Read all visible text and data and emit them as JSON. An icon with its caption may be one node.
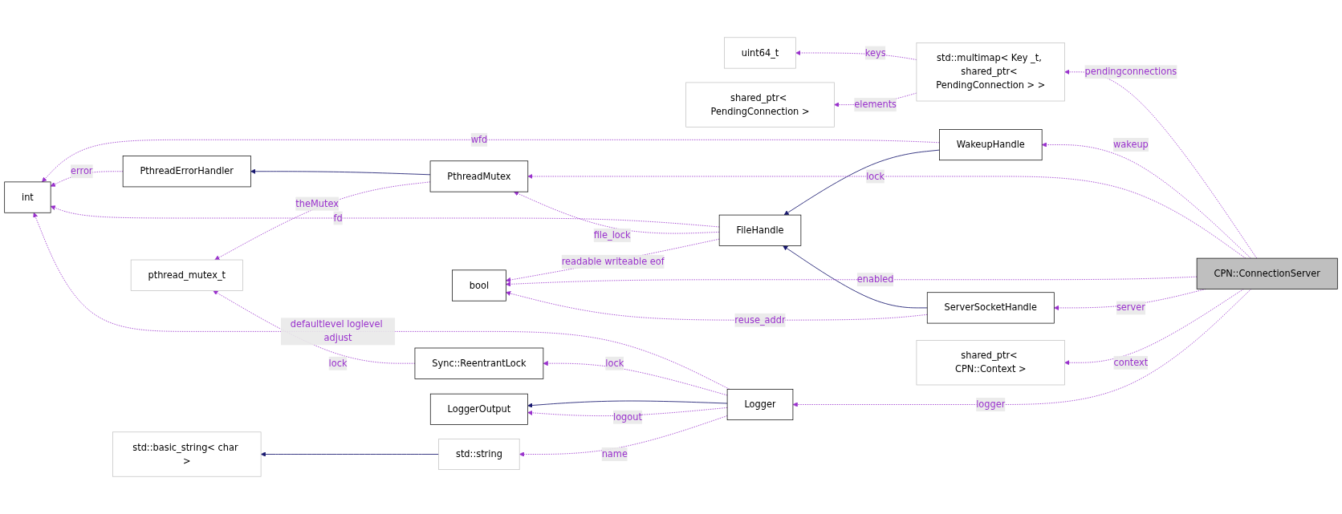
{
  "diagram": {
    "nodes": [
      {
        "text": [
          "uint64_t"
        ]
      },
      {
        "text": [
          "shared_ptr< PendingConnection >"
        ]
      },
      {
        "text": [
          "std::multimap< Key _t, shared_ptr< PendingConnection > >"
        ]
      },
      {
        "text": [
          "int"
        ]
      },
      {
        "text": [
          "FileHandle"
        ]
      },
      {
        "text": [
          "WakeupHandle"
        ]
      },
      {
        "text": [
          "PthreadErrorHandler"
        ]
      },
      {
        "text": [
          "PthreadMutex"
        ]
      },
      {
        "text": [
          "bool"
        ]
      },
      {
        "text": [
          "ServerSocketHandle"
        ]
      },
      {
        "text": [
          "CPN::ConnectionServer"
        ]
      },
      {
        "text": [
          "pthread_mutex_t"
        ]
      },
      {
        "text": [
          "shared_ptr< CPN::Context >"
        ]
      },
      {
        "text": [
          "Sync::ReentrantLock"
        ]
      },
      {
        "text": [
          "LoggerOutput"
        ]
      },
      {
        "text": [
          "Logger"
        ]
      },
      {
        "text": [
          "std::basic_string< char >"
        ]
      },
      {
        "text": [
          "std::string"
        ]
      }
    ],
    "edges": [
      {
        "from": 2,
        "to": 0,
        "arrow": "to",
        "label": "keys",
        "style": "dashed"
      },
      {
        "from": 2,
        "to": 1,
        "arrow": "to",
        "label": "elements",
        "style": "dashed"
      },
      {
        "from": 10,
        "to": 2,
        "arrow": "to",
        "label": "pendingconnections",
        "style": "dashed"
      },
      {
        "from": 5,
        "to": 3,
        "arrow": "to",
        "label": "wfd",
        "style": "dashed"
      },
      {
        "from": 4,
        "to": 3,
        "arrow": "to",
        "label": "fd",
        "style": "dashed"
      },
      {
        "from": 6,
        "to": 3,
        "arrow": "to",
        "label": "error",
        "style": "dashed"
      },
      {
        "from": 15,
        "to": 3,
        "arrow": "to",
        "label": "defaultlevel loglevel adjust",
        "style": "dashed"
      },
      {
        "from": 5,
        "to": 4,
        "arrow": "to",
        "color": "#191970"
      },
      {
        "from": 9,
        "to": 4,
        "arrow": "to",
        "color": "#191970"
      },
      {
        "from": 10,
        "to": 5,
        "arrow": "to",
        "label": "wakeup",
        "style": "dashed"
      },
      {
        "from": 7,
        "to": 6,
        "arrow": "to",
        "color": "#191970"
      },
      {
        "from": 4,
        "to": 7,
        "arrow": "to",
        "label": "file_lock",
        "style": "dashed"
      },
      {
        "from": 10,
        "to": 7,
        "arrow": "to",
        "label": "lock",
        "style": "dashed"
      },
      {
        "from": 4,
        "to": 8,
        "arrow": "to",
        "label": "readable writeable eof",
        "style": "dashed"
      },
      {
        "from": 9,
        "to": 8,
        "arrow": "to",
        "label": "reuse_addr",
        "style": "dashed"
      },
      {
        "from": 10,
        "to": 8,
        "arrow": "to",
        "label": "enabled",
        "style": "dashed"
      },
      {
        "from": 10,
        "to": 9,
        "arrow": "to",
        "label": "server",
        "style": "dashed"
      },
      {
        "from": 7,
        "to": 11,
        "arrow": "to",
        "label": "theMutex",
        "style": "dashed"
      },
      {
        "from": 10,
        "to": 12,
        "arrow": "to",
        "label": "context",
        "style": "dashed"
      },
      {
        "from": 13,
        "to": 11,
        "arrow": "to",
        "label": "lock",
        "style": "dashed"
      },
      {
        "from": 15,
        "to": 13,
        "arrow": "to",
        "label": "lock",
        "style": "dashed"
      },
      {
        "from": 15,
        "to": 14,
        "arrow": "to",
        "color": "#191970"
      },
      {
        "from": 15,
        "to": 14,
        "arrow": "to",
        "label": "logout",
        "style": "dashed"
      },
      {
        "from": 10,
        "to": 15,
        "arrow": "to",
        "label": "logger",
        "style": "dashed"
      },
      {
        "from": 15,
        "to": 17,
        "arrow": "to",
        "label": "name",
        "style": "dashed"
      },
      {
        "from": 17,
        "to": 16,
        "arrow": "to",
        "color": "#191970"
      }
    ]
  }
}
